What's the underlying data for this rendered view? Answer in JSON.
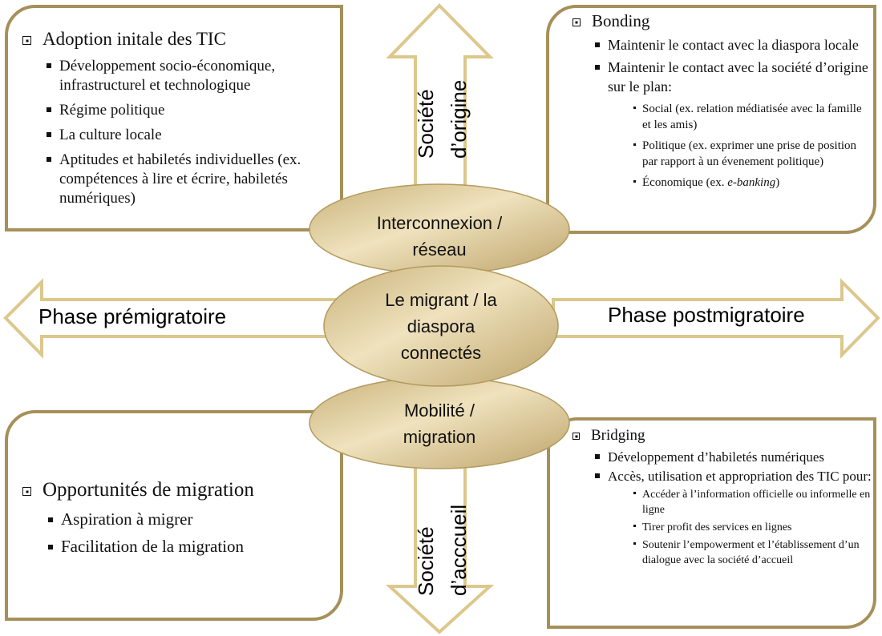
{
  "colors": {
    "box_border": "#a6905a",
    "arrow_outline": "#dcc78c",
    "ellipse_light": "#efe2bd",
    "ellipse_dark": "#c4ab72",
    "ellipse_outline": "#b39a5e"
  },
  "boxes": {
    "top_left": {
      "heading": "Adoption initale des TIC",
      "items": [
        "Développement socio-économique, infrastructurel et technologique",
        "Régime politique",
        "La culture locale",
        "Aptitudes et habiletés individuelles (ex. compétences à lire et écrire, habiletés numériques)"
      ]
    },
    "top_right": {
      "heading": "Bonding",
      "items": [
        "Maintenir le contact avec la diaspora locale",
        "Maintenir le contact avec la société d’origine sur le plan:"
      ],
      "subitems": [
        "Social (ex. relation médiatisée avec la famille et les amis)",
        "Politique (ex. exprimer une prise de position par rapport à un évenement politique)"
      ],
      "economic_prefix": "Économique (ex. ",
      "economic_italic": "e-banking",
      "economic_suffix": ")"
    },
    "bottom_left": {
      "heading": "Opportunités de migration",
      "items": [
        "Aspiration à migrer",
        "Facilitation de la migration"
      ]
    },
    "bottom_right": {
      "heading": "Bridging",
      "items": [
        "Développement d’habiletés numériques",
        "Accès, utilisation et appropriation des TIC pour:"
      ],
      "subitems": [
        "Accéder à l’information officielle ou informelle en ligne",
        "Tirer profit des services en lignes",
        "Soutenir l’empowerment et l’établissement d’un dialogue avec la société d’accueil"
      ]
    }
  },
  "arrows": {
    "left": "Phase prémigratoire",
    "right": "Phase postmigratoire",
    "up": [
      "Société",
      "d’origine"
    ],
    "down": [
      "Société",
      "d’acccueil"
    ]
  },
  "ellipses": {
    "top": [
      "Interconnexion /",
      "réseau"
    ],
    "middle": [
      "Le migrant / la",
      "diaspora",
      "connectés"
    ],
    "bottom": [
      "Mobilité /",
      "migration"
    ]
  }
}
